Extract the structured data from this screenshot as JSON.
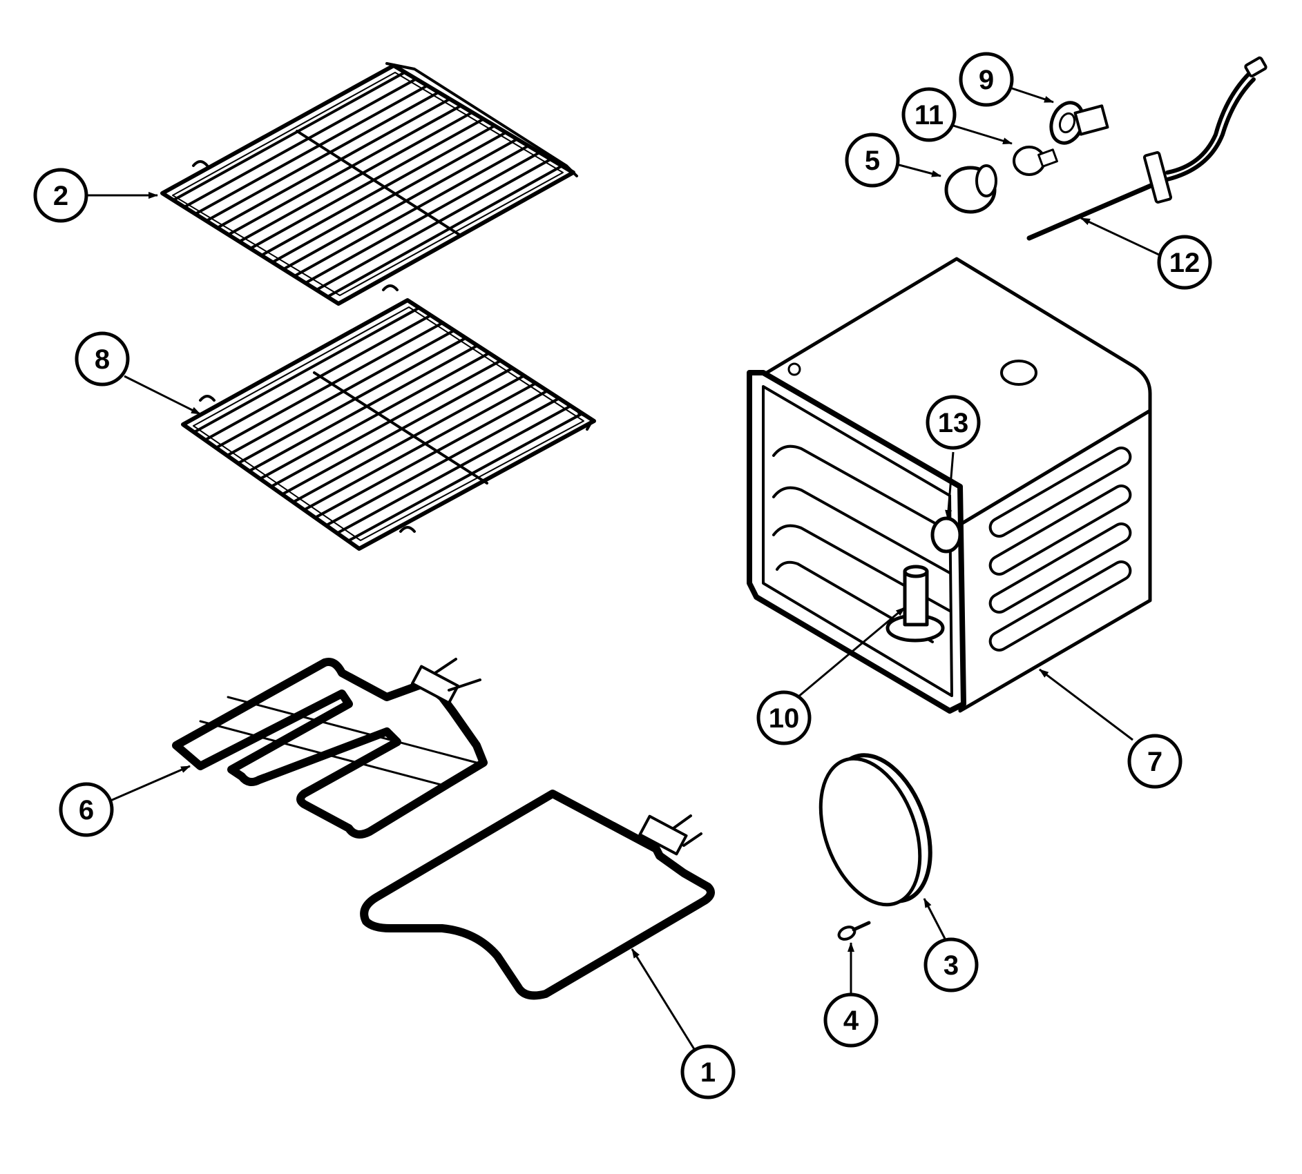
{
  "diagram": {
    "background": "#ffffff",
    "ink": "#000000",
    "callouts": [
      {
        "id": "1",
        "label": "1"
      },
      {
        "id": "2",
        "label": "2"
      },
      {
        "id": "3",
        "label": "3"
      },
      {
        "id": "4",
        "label": "4"
      },
      {
        "id": "5",
        "label": "5"
      },
      {
        "id": "6",
        "label": "6"
      },
      {
        "id": "7",
        "label": "7"
      },
      {
        "id": "8",
        "label": "8"
      },
      {
        "id": "9",
        "label": "9"
      },
      {
        "id": "10",
        "label": "10"
      },
      {
        "id": "11",
        "label": "11"
      },
      {
        "id": "12",
        "label": "12"
      },
      {
        "id": "13",
        "label": "13"
      }
    ]
  }
}
